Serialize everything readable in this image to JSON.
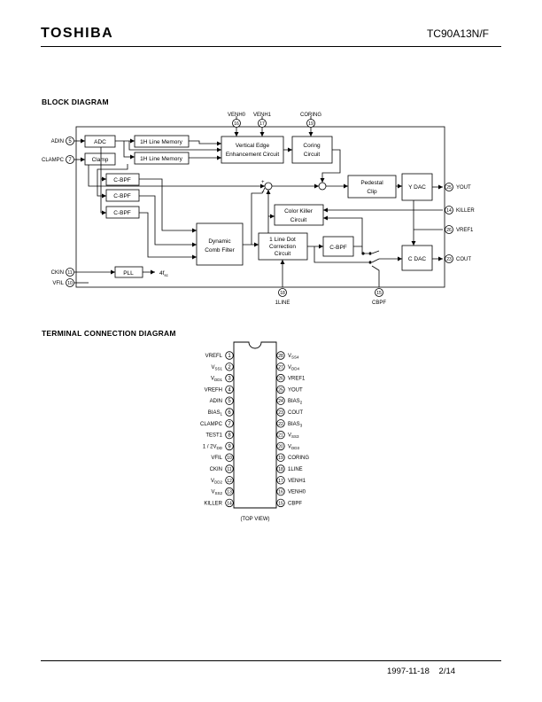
{
  "header": {
    "brand": "TOSHIBA",
    "part_number": "TC90A13N/F"
  },
  "block_diagram": {
    "title": "BLOCK DIAGRAM",
    "blocks": {
      "adc": "ADC",
      "clamp": "Clamp",
      "line_memory_1": "1H Line Memory",
      "line_memory_2": "1H Line Memory",
      "cbpf_1": "C-BPF",
      "cbpf_2": "C-BPF",
      "cbpf_3": "C-BPF",
      "vertical_edge": [
        "Vertical Edge",
        "Enhancement Circuit"
      ],
      "coring": [
        "Coring",
        "Circuit"
      ],
      "pedestal": [
        "Pedestal",
        "Clip"
      ],
      "ydac": "Y DAC",
      "color_killer": [
        "Color Killer",
        "Circuit"
      ],
      "dynamic_comb": [
        "Dynamic",
        "Comb Filter"
      ],
      "line_dot": [
        "1 Line Dot",
        "Correction",
        "Circuit"
      ],
      "cbpf_out": "C-BPF",
      "cdac": "C DAC",
      "pll": "PLL"
    },
    "pins": {
      "adin": {
        "num": "5",
        "label": "ADIN"
      },
      "clampc": {
        "num": "7",
        "label": "CLAMPC"
      },
      "ckin": {
        "num": "11",
        "label": "CKIN"
      },
      "vfil": {
        "num": "10",
        "label": "VFIL"
      },
      "venh0": {
        "num": "16",
        "label": "VENH0"
      },
      "venh1": {
        "num": "17",
        "label": "VENH1"
      },
      "coring": {
        "num": "19",
        "label": "CORING"
      },
      "yout": {
        "num": "25",
        "label": "YOUT"
      },
      "killer": {
        "num": "14",
        "label": "KILLER"
      },
      "vref1": {
        "num": "26",
        "label": "VREF1"
      },
      "cout": {
        "num": "23",
        "label": "COUT"
      },
      "oneline": {
        "num": "18",
        "label": "1LINE"
      },
      "cbpf": {
        "num": "15",
        "label": "CBPF"
      }
    },
    "pll_output": "4f",
    "pll_output_sub": "sc",
    "plus": "+",
    "minus": "−"
  },
  "terminal_diagram": {
    "title": "TERMINAL CONNECTION DIAGRAM",
    "caption": "(TOP VIEW)",
    "left_pins": [
      {
        "num": "1",
        "main": "VREFL",
        "sub": ""
      },
      {
        "num": "2",
        "main": "V",
        "sub": "SS1"
      },
      {
        "num": "3",
        "main": "V",
        "sub": "DD1"
      },
      {
        "num": "4",
        "main": "VREFH",
        "sub": ""
      },
      {
        "num": "5",
        "main": "ADIN",
        "sub": ""
      },
      {
        "num": "6",
        "main": "BIAS",
        "sub": "1"
      },
      {
        "num": "7",
        "main": "CLAMPC",
        "sub": ""
      },
      {
        "num": "8",
        "main": "TEST1",
        "sub": ""
      },
      {
        "num": "9",
        "main": "1 / 2V",
        "sub": "DD"
      },
      {
        "num": "10",
        "main": "VFIL",
        "sub": ""
      },
      {
        "num": "11",
        "main": "CKIN",
        "sub": ""
      },
      {
        "num": "12",
        "main": "V",
        "sub": "DD2"
      },
      {
        "num": "13",
        "main": "V",
        "sub": "SS2"
      },
      {
        "num": "14",
        "main": "KILLER",
        "sub": ""
      }
    ],
    "right_pins": [
      {
        "num": "28",
        "main": "V",
        "sub": "SS4"
      },
      {
        "num": "27",
        "main": "V",
        "sub": "DD4"
      },
      {
        "num": "26",
        "main": "VREF1",
        "sub": ""
      },
      {
        "num": "25",
        "main": "YOUT",
        "sub": ""
      },
      {
        "num": "24",
        "main": "BIAS",
        "sub": "2"
      },
      {
        "num": "23",
        "main": "COUT",
        "sub": ""
      },
      {
        "num": "22",
        "main": "BIAS",
        "sub": "3"
      },
      {
        "num": "21",
        "main": "V",
        "sub": "SS3"
      },
      {
        "num": "20",
        "main": "V",
        "sub": "DD3"
      },
      {
        "num": "19",
        "main": "CORING",
        "sub": ""
      },
      {
        "num": "18",
        "main": "1LINE",
        "sub": ""
      },
      {
        "num": "17",
        "main": "VENH1",
        "sub": ""
      },
      {
        "num": "16",
        "main": "VENH0",
        "sub": ""
      },
      {
        "num": "15",
        "main": "CBPF",
        "sub": ""
      }
    ]
  },
  "footer": {
    "date": "1997-11-18",
    "page": "2/14"
  }
}
